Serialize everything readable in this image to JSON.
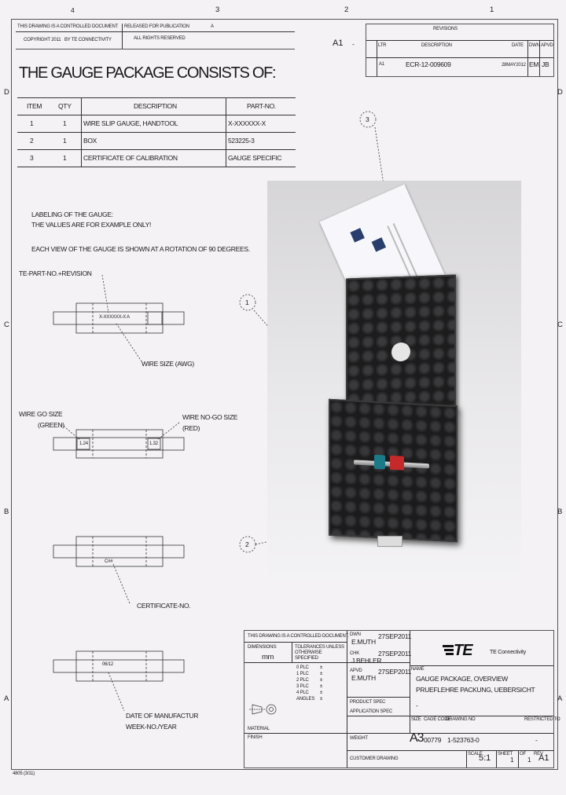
{
  "frame": {
    "top_zones": [
      "4",
      "3",
      "2",
      "1"
    ],
    "side_zones": [
      "D",
      "C",
      "B",
      "A"
    ]
  },
  "header": {
    "note1": "THIS DRAWING IS A CONTROLLED DOCUMENT",
    "note2": "RELEASED FOR PUBLICATION",
    "note3": "A",
    "note4": "COPYRIGHT 2011",
    "note5": "BY TE CONNECTIVITY",
    "note6": "ALL RIGHTS RESERVED"
  },
  "revisions": {
    "title": "REVISIONS",
    "zone": "A1",
    "dot": "-",
    "col_ltr": "LTR",
    "col_desc": "DESCRIPTION",
    "col_date": "DATE",
    "col_dwn": "DWN",
    "col_apvd": "APVD",
    "row_ltr": "A1",
    "row_desc": "ECR-12-009609",
    "row_date": "28MAY2012",
    "row_dwn": "EM",
    "row_apvd": "JB"
  },
  "main_title": "THE GAUGE PACKAGE CONSISTS OF:",
  "bom": {
    "headers": [
      "ITEM",
      "QTY",
      "DESCRIPTION",
      "PART-NO."
    ],
    "rows": [
      [
        "1",
        "1",
        "WIRE SLIP GAUGE, HANDTOOL",
        "X-XXXXXX-X"
      ],
      [
        "2",
        "1",
        "BOX",
        "523225-3"
      ],
      [
        "3",
        "1",
        "CERTIFICATE OF CALIBRATION",
        "GAUGE SPECIFIC"
      ]
    ]
  },
  "notes": {
    "labeling": "LABELING OF THE GAUGE:",
    "example": "THE VALUES ARE FOR EXAMPLE ONLY!",
    "rotation": "EACH VIEW OF THE GAUGE IS SHOWN AT A ROTATION OF 90 DEGREES."
  },
  "views": {
    "v1_callout": "TE-PART-NO.+REVISION",
    "v1_text": "X-XXXXXX-X A",
    "v1_label": "WIRE SIZE (AWG)",
    "v2_left": "WIRE GO SIZE",
    "v2_left2": "(GREEN)",
    "v2_right": "WIRE NO-GO SIZE",
    "v2_right2": "(RED)",
    "v2_t1": "1.24",
    "v2_t2": "1.32",
    "v3_text": "C##",
    "v3_label": "CERTIFICATE-NO.",
    "v4_text": "06/12",
    "v4_label1": "DATE OF MANUFACTUR",
    "v4_label2": "WEEK-NO./YEAR"
  },
  "balloons": [
    "3",
    "1",
    "2"
  ],
  "title_block": {
    "controlled": "THIS DRAWING IS A CONTROLLED DOCUMENT.",
    "dwn_label": "DWN",
    "dwn_name": "E.MUTH",
    "dwn_date": "27SEP2011",
    "chk_label": "CHK",
    "chk_name": "J.BEHLER",
    "chk_date": "27SEP2011",
    "appvd_label": "APVD",
    "appvd_name": "E.MUTH",
    "appvd_date": "27SEP2011",
    "dims": "DIMENSIONS:",
    "mm": "mm",
    "tol": "TOLERANCES UNLESS OTHERWISE SPECIFIED",
    "tol_values": [
      "0 PLC",
      "1 PLC",
      "2 PLC",
      "3 PLC",
      "4 PLC",
      "ANGLES"
    ],
    "tol_pm": [
      "±",
      "±",
      "±",
      "±",
      "±",
      "±"
    ],
    "product_spec": "PRODUCT SPEC",
    "application_spec": "APPLICATION SPEC",
    "weight": "WEIGHT",
    "material": "MATERIAL",
    "finish": "FINISH",
    "brand": "TE Connectivity",
    "name_label": "NAME",
    "name1": "GAUGE PACKAGE, OVERVIEW",
    "name2": "PRUEFLEHRE PACKUNG, UEBERSICHT",
    "name3": "-",
    "size_label": "SIZE",
    "cage_label": "CAGE CODE",
    "drawing_label": "DRAWING NO",
    "rstr_label": "RESTRICTED TO",
    "size": "A3",
    "cage": "00779",
    "dwg_no": "1-523763-0",
    "customer": "CUSTOMER DRAWING",
    "scale_label": "SCALE",
    "scale": "5:1",
    "sheet_label": "SHEET",
    "sheet": "1",
    "of_label": "OF",
    "of": "1",
    "rev_label": "REV",
    "rev": "A1",
    "ce": "-"
  },
  "footer": "4805 (3/11)"
}
